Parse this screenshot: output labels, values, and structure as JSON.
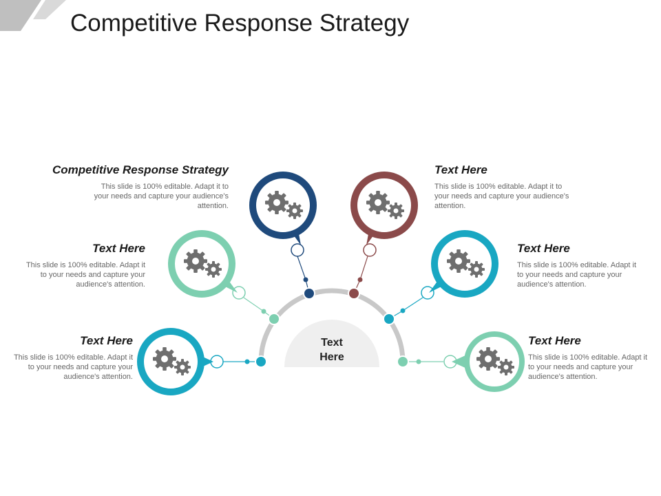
{
  "title": "Competitive Response Strategy",
  "center_label": "Text\nHere",
  "colors": {
    "dark_blue": "#1f4a7c",
    "maroon": "#8b4a4a",
    "mint": "#7dcfb0",
    "cyan": "#19a7c2",
    "arc_gray": "#c8c8c8",
    "center_fill": "#efefef",
    "gear_gray": "#6e6e6e",
    "corner_gray": "#bfbfbf"
  },
  "icons": [
    "gears-icon"
  ],
  "items": [
    {
      "heading": "Competitive Response Strategy",
      "body": "This slide is 100% editable. Adapt it to your needs and capture your audience's attention."
    },
    {
      "heading": "Text Here",
      "body": "This slide is 100% editable. Adapt it to your needs and capture your audience's attention."
    },
    {
      "heading": "Text Here",
      "body": "This slide is 100% editable. Adapt it to your needs and capture your audience's attention."
    },
    {
      "heading": "Text Here",
      "body": "This slide is 100% editable. Adapt it to your needs and capture your audience's attention."
    },
    {
      "heading": "Text Here",
      "body": "This slide is 100% editable. Adapt it to your needs and capture your audience's attention."
    },
    {
      "heading": "Text Here",
      "body": "This slide is 100% editable. Adapt it to your needs and capture your audience's attention."
    }
  ]
}
